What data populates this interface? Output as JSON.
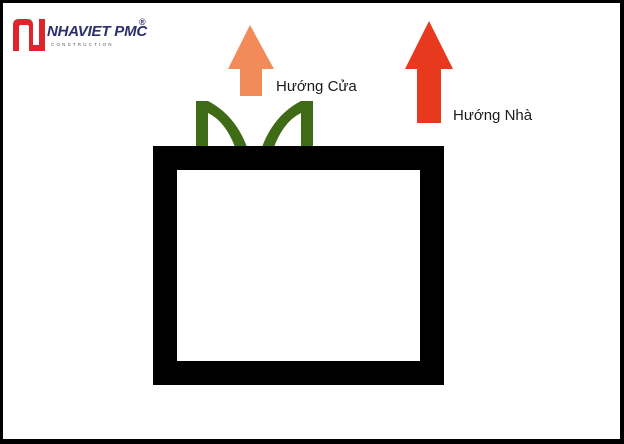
{
  "logo": {
    "name": "NHAVIET PMC",
    "registered": "®",
    "subtitle": "CONSTRUCTION"
  },
  "labels": {
    "door_direction": "Hướng Cửa",
    "house_direction": "Hướng Nhà"
  },
  "colors": {
    "door_arrow": "#f28a5a",
    "house_arrow": "#e8381e",
    "door": "#3f6a16",
    "house_outline": "#000000",
    "logo_red": "#e0242b",
    "logo_navy": "#2b2f6b"
  },
  "icons": {
    "door_arrow": "arrow-up-icon",
    "house_arrow": "arrow-up-icon",
    "door": "door-icon",
    "logo": "logo-mark-icon"
  }
}
